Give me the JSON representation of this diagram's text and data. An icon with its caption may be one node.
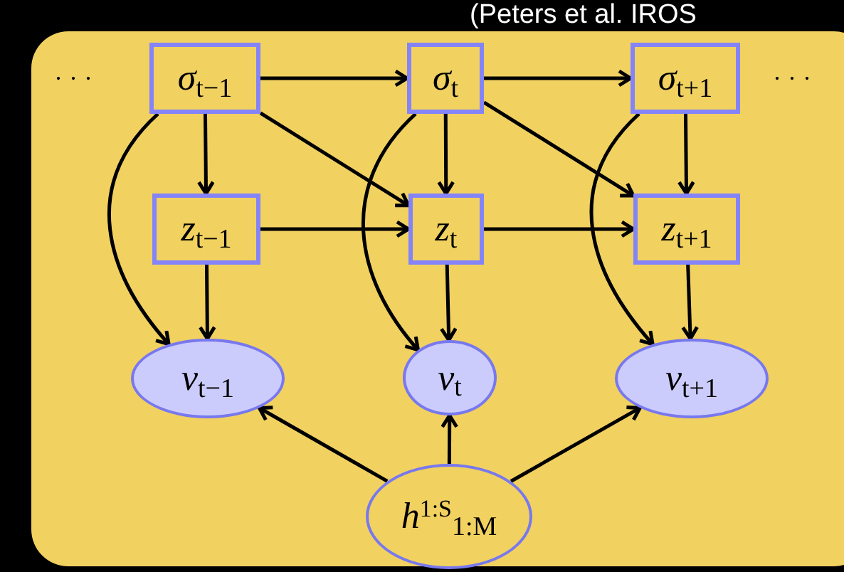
{
  "diagram": {
    "nodes": [
      {
        "text": [
          "*σ*$_{t−1}$"
        ]
      },
      {
        "text": [
          "*σ*$_{t}$"
        ]
      },
      {
        "text": [
          "*σ*$_{t+1}$"
        ]
      },
      {
        "text": [
          "*z*$_{t−1}$"
        ]
      },
      {
        "text": [
          "*z*$_{t}$"
        ]
      },
      {
        "text": [
          "*z*$_{t+1}$"
        ]
      },
      {
        "text": [
          "*v*$_{t−1}$"
        ]
      },
      {
        "text": [
          "*v*$_{t}$"
        ]
      },
      {
        "text": [
          "*v*$_{t+1}$"
        ]
      },
      {
        "text": [
          "*h*$^{1:S}$$_{1:M}$"
        ]
      }
    ],
    "edges": [
      {
        "from": 0,
        "to": 1,
        "arrow": "to"
      },
      {
        "from": 1,
        "to": 2,
        "arrow": "to"
      },
      {
        "from": 0,
        "to": 3,
        "arrow": "to"
      },
      {
        "from": 0,
        "to": 4,
        "arrow": "to"
      },
      {
        "from": 1,
        "to": 4,
        "arrow": "to"
      },
      {
        "from": 1,
        "to": 5,
        "arrow": "to"
      },
      {
        "from": 2,
        "to": 5,
        "arrow": "to"
      },
      {
        "from": 3,
        "to": 4,
        "arrow": "to"
      },
      {
        "from": 4,
        "to": 5,
        "arrow": "to"
      },
      {
        "from": 0,
        "to": 6,
        "arrow": "to"
      },
      {
        "from": 3,
        "to": 6,
        "arrow": "to"
      },
      {
        "from": 1,
        "to": 7,
        "arrow": "to"
      },
      {
        "from": 4,
        "to": 7,
        "arrow": "to"
      },
      {
        "from": 2,
        "to": 8,
        "arrow": "to"
      },
      {
        "from": 5,
        "to": 8,
        "arrow": "to"
      },
      {
        "from": 9,
        "to": 6,
        "arrow": "to"
      },
      {
        "from": 9,
        "to": 7,
        "arrow": "to"
      },
      {
        "from": 9,
        "to": 8,
        "arrow": "to"
      }
    ],
    "labels": [
      "(Peters et al. IROS",
      "· · ·",
      "· · ·"
    ]
  }
}
